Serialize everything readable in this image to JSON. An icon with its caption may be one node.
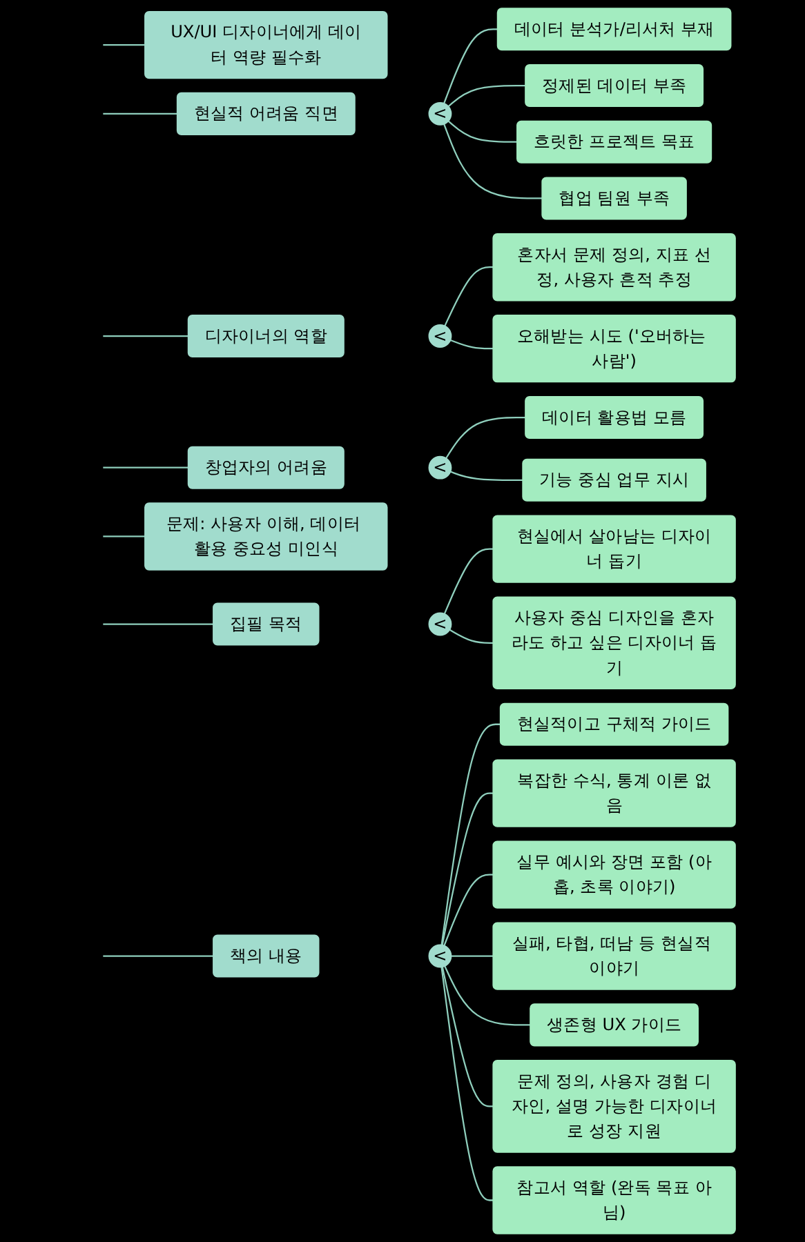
{
  "diagram": {
    "nodes": [
      {
        "text": [
          "UX/UI 디자이너에게 데이터 역량 필수화"
        ]
      },
      {
        "text": [
          "현실적 어려움 직면"
        ]
      },
      {
        "text": [
          "<"
        ]
      },
      {
        "text": [
          "데이터 분석가/리서처 부재"
        ]
      },
      {
        "text": [
          "정제된 데이터 부족"
        ]
      },
      {
        "text": [
          "흐릿한 프로젝트 목표"
        ]
      },
      {
        "text": [
          "협업 팀원 부족"
        ]
      },
      {
        "text": [
          "디자이너의 역할"
        ]
      },
      {
        "text": [
          "<"
        ]
      },
      {
        "text": [
          "혼자서 문제 정의, 지표 선정, 사용자 흔적 추정"
        ]
      },
      {
        "text": [
          "오해받는 시도 ('오버하는 사람')"
        ]
      },
      {
        "text": [
          "창업자의 어려움"
        ]
      },
      {
        "text": [
          "<"
        ]
      },
      {
        "text": [
          "데이터 활용법 모름"
        ]
      },
      {
        "text": [
          "기능 중심 업무 지시"
        ]
      },
      {
        "text": [
          "문제: 사용자 이해, 데이터 활용 중요성 미인식"
        ]
      },
      {
        "text": [
          "집필 목적"
        ]
      },
      {
        "text": [
          "<"
        ]
      },
      {
        "text": [
          "현실에서 살아남는 디자이너 돕기"
        ]
      },
      {
        "text": [
          "사용자 중심 디자인을 혼자라도 하고 싶은 디자이너 돕기"
        ]
      },
      {
        "text": [
          "책의 내용"
        ]
      },
      {
        "text": [
          "<"
        ]
      },
      {
        "text": [
          "현실적이고 구체적 가이드"
        ]
      },
      {
        "text": [
          "복잡한 수식, 통계 이론 없음"
        ]
      },
      {
        "text": [
          "실무 예시와 장면 포함 (아홉, 초록 이야기)"
        ]
      },
      {
        "text": [
          "실패, 타협, 떠남 등 현실적 이야기"
        ]
      },
      {
        "text": [
          "생존형 UX 가이드"
        ]
      },
      {
        "text": [
          "문제 정의, 사용자 경험 디자인, 설명 가능한 디자이너로 성장 지원"
        ]
      },
      {
        "text": [
          "참고서 역할 (완독 목표 아님)"
        ]
      }
    ],
    "edges": [
      {
        "from": null,
        "to": 0,
        "arrow": "none"
      },
      {
        "from": null,
        "to": 1,
        "arrow": "none"
      },
      {
        "from": 2,
        "to": 3,
        "arrow": "none"
      },
      {
        "from": 2,
        "to": 4,
        "arrow": "none"
      },
      {
        "from": 2,
        "to": 5,
        "arrow": "none"
      },
      {
        "from": 2,
        "to": 6,
        "arrow": "none"
      },
      {
        "from": null,
        "to": 7,
        "arrow": "none"
      },
      {
        "from": 8,
        "to": 9,
        "arrow": "none"
      },
      {
        "from": 8,
        "to": 10,
        "arrow": "none"
      },
      {
        "from": null,
        "to": 11,
        "arrow": "none"
      },
      {
        "from": 12,
        "to": 13,
        "arrow": "none"
      },
      {
        "from": 12,
        "to": 14,
        "arrow": "none"
      },
      {
        "from": null,
        "to": 15,
        "arrow": "none"
      },
      {
        "from": null,
        "to": 16,
        "arrow": "none"
      },
      {
        "from": 17,
        "to": 18,
        "arrow": "none"
      },
      {
        "from": 17,
        "to": 19,
        "arrow": "none"
      },
      {
        "from": null,
        "to": 20,
        "arrow": "none"
      },
      {
        "from": 21,
        "to": 22,
        "arrow": "none"
      },
      {
        "from": 21,
        "to": 23,
        "arrow": "none"
      },
      {
        "from": 21,
        "to": 24,
        "arrow": "none"
      },
      {
        "from": 21,
        "to": 25,
        "arrow": "none"
      },
      {
        "from": 21,
        "to": 26,
        "arrow": "none"
      },
      {
        "from": 21,
        "to": 27,
        "arrow": "none"
      },
      {
        "from": 21,
        "to": 28,
        "arrow": "none"
      }
    ]
  }
}
